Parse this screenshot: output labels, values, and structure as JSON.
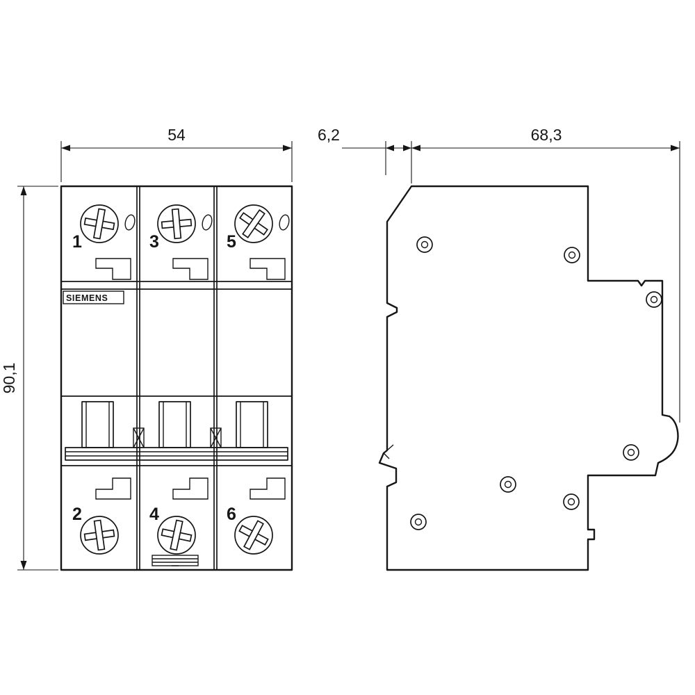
{
  "brand_label": "SIEMENS",
  "dimensions": {
    "front_width": "54",
    "front_height": "90,1",
    "side_offset": "6,2",
    "side_depth": "68,3"
  },
  "pole_numbers": {
    "top": [
      "1",
      "3",
      "5"
    ],
    "bottom": [
      "2",
      "4",
      "6"
    ]
  },
  "colors": {
    "line": "#161616",
    "background": "#ffffff"
  }
}
